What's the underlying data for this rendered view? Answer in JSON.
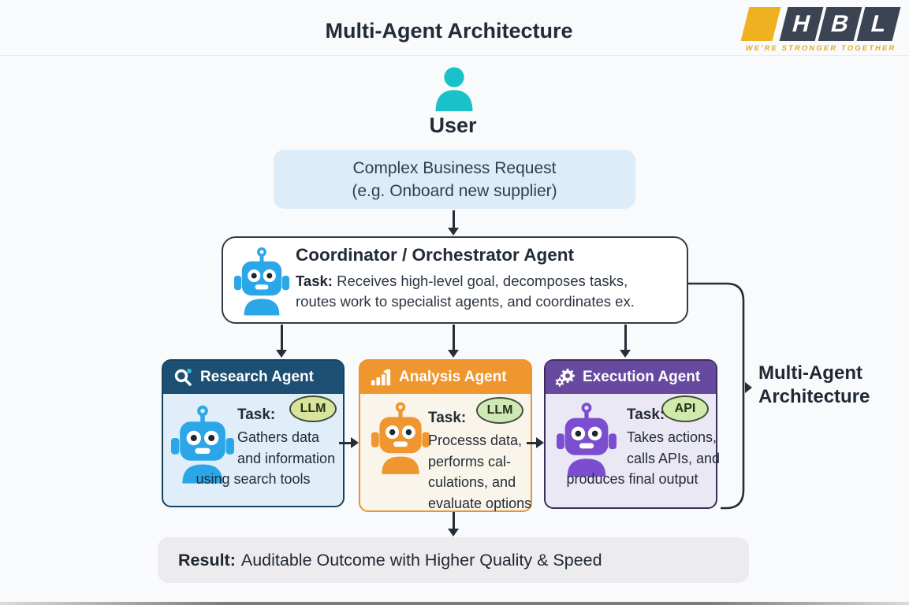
{
  "page": {
    "title": "Multi-Agent Architecture"
  },
  "logo": {
    "letters": [
      "H",
      "B",
      "L"
    ],
    "tagline": "WE'RE STRONGER TOGETHER"
  },
  "user": {
    "label": "User"
  },
  "request": {
    "line1": "Complex Business Request",
    "line2": "(e.g. Onboard new supplier)"
  },
  "coordinator": {
    "title": "Coordinator / Orchestrator Agent",
    "task_label": "Task:",
    "task_line1": "Receives high-level goal, decomposes tasks,",
    "task_line2": "routes work to specialist agents, and coordinates ex."
  },
  "agents": [
    {
      "name": "Research Agent",
      "badge": "LLM",
      "task_label": "Task:",
      "task_lines": [
        "Gathers data",
        "and information",
        "using search tools"
      ]
    },
    {
      "name": "Analysis Agent",
      "badge": "LLM",
      "task_label": "Task:",
      "task_lines": [
        "Processs data,",
        "performs cal-",
        "culations, and",
        "evaluate options"
      ]
    },
    {
      "name": "Execution Agent",
      "badge": "API",
      "task_label": "Task:",
      "task_lines": [
        "Takes actions,",
        "calls APIs, and",
        "produces final output"
      ]
    }
  ],
  "side_label": {
    "line1": "Multi-Agent",
    "line2": "Architecture"
  },
  "result": {
    "label": "Result:",
    "text": "Auditable Outcome with Higher Quality & Speed"
  },
  "colors": {
    "background": "#f9fafb",
    "ink": "#222b38",
    "text": "#2a3442",
    "arrow": "#262e3a",
    "divider": "#e9ebee",
    "teal": "#19c2c9",
    "request-bg": "#dcecf9",
    "coordinator-border": "#343b46",
    "robot-blue": "#2ba7e8",
    "research-header": "#1d4e74",
    "research-border": "#16425f",
    "research-body": "#dfeef8",
    "analysis-header": "#f0962e",
    "analysis-border": "#ec9330",
    "analysis-body": "#faf5ea",
    "robot-orange": "#f0962e",
    "execution-header": "#67499f",
    "execution-border": "#3a2f5c",
    "execution-body": "#ebe8f5",
    "robot-purple": "#7b4ecf",
    "badge-llm-a": "#d8e39c",
    "badge-llm-b": "#cfe9b6",
    "badge-api": "#cfeaaa",
    "badge-border": "#414d36",
    "badge-text": "#273019",
    "result-bg": "#ececee",
    "logo-yellow": "#efb11f",
    "logo-dark": "#3c4453",
    "logo-tagline": "#e9a820"
  }
}
